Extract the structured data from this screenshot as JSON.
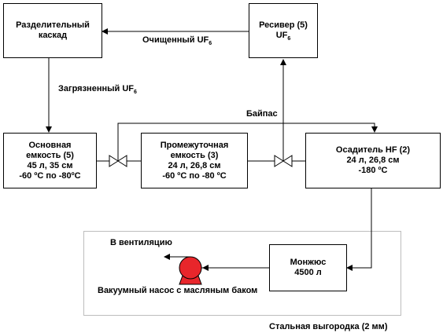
{
  "nodes": {
    "cascade": {
      "lines": [
        "Разделительный",
        "каскад"
      ]
    },
    "receiver": {
      "lines": [
        "Ресивер (5)",
        "UF"
      ],
      "sub": "6"
    },
    "main_tank": {
      "lines": [
        "Основная",
        "емкость (5)",
        "45 л, 35 см",
        "-60 ºС по -80ºС"
      ]
    },
    "intermediate_tank": {
      "lines": [
        "Промежуточная",
        "емкость (3)",
        "24 л, 26,8 см",
        "-60 ºС по -80 ºС"
      ]
    },
    "hf_settler": {
      "lines": [
        "Осадитель HF (2)",
        "24 л, 26,8 см",
        "-180 ºС"
      ]
    },
    "monjus": {
      "lines": [
        "Монжюс",
        "4500 л"
      ]
    }
  },
  "labels": {
    "purified_uf6": {
      "text": "Очищенный  UF",
      "sub": "6"
    },
    "contaminated_uf6": {
      "text": "Загрязненный  UF",
      "sub": "6"
    },
    "bypass": "Байпас",
    "to_ventilation": "В вентиляцию",
    "vacuum_pump": "Вакуумный насос с  масляным баком",
    "steel_enclosure": "Стальная выгородка (2 мм)"
  },
  "colors": {
    "pump": "#e8262b",
    "line": "#000000",
    "enclosure": "#bdbdbd"
  },
  "icons": {
    "valve": "valve-icon",
    "pump": "pump-icon"
  }
}
